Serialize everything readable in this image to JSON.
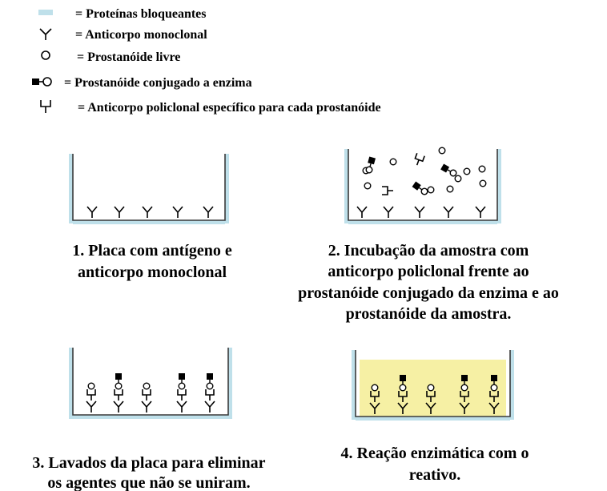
{
  "colors": {
    "blocking_proteins": "#bfe0ea",
    "well_wall": "#3a3a3a",
    "reaction_fill": "#f6f0a4",
    "ink": "#000000"
  },
  "legend": [
    {
      "icon": "blocking-proteins-icon",
      "text": "= Proteínas bloqueantes"
    },
    {
      "icon": "monoclonal-antibody-icon",
      "text": "= Anticorpo monoclonal"
    },
    {
      "icon": "free-prostanoid-icon",
      "text": "= Prostanóide livre"
    },
    {
      "icon": "enzyme-conjugated-prostanoid-icon",
      "text": "= Prostanóide conjugado a enzima"
    },
    {
      "icon": "polyclonal-antibody-icon",
      "text": "= Anticorpo policlonal específico para cada prostanóide"
    }
  ],
  "steps": [
    {
      "caption_lines": [
        "1. Placa com antígeno e",
        "anticorpo monoclonal"
      ]
    },
    {
      "caption_lines": [
        "2. Incubação da amostra com",
        "anticorpo policlonal frente ao",
        "prostanóide conjugado da enzima e ao",
        "prostanóide da amostra."
      ]
    },
    {
      "caption_lines": [
        "3. Lavados da placa para eliminar",
        "os agentes que não se uniram."
      ]
    },
    {
      "caption_lines": [
        "4. Reação enzimática com o",
        "reativo."
      ]
    }
  ]
}
